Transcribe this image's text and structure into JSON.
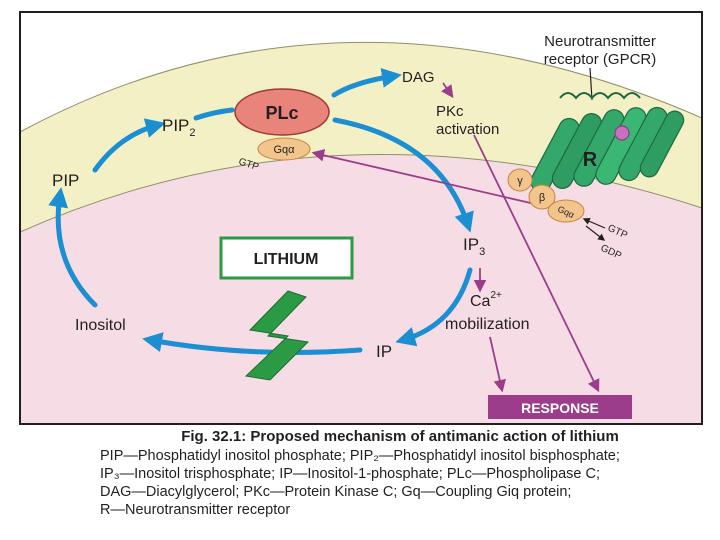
{
  "colors": {
    "membrane": "#f3f0c6",
    "cytoplasm": "#f6dde5",
    "cycle_arrow": "#1b8fd1",
    "signal_arrow": "#9c3d8c",
    "plc_fill": "#e8847a",
    "protein_fill": "#f2c58d",
    "receptor_fill": "#34a86a",
    "lithium_green": "#2a9a45",
    "response_fill": "#9c3d8c"
  },
  "diagram": {
    "receptor_label_line1": "Neurotransmitter",
    "receptor_label_line2": "receptor (GPCR)",
    "receptor_letter": "R",
    "plc": "PLc",
    "gq_alpha": "Gqα",
    "gtp_left": "GTP",
    "gamma": "γ",
    "beta": "β",
    "g_alpha": "Gqα",
    "gtp_right": "GTP",
    "gdp_right": "GDP",
    "dag": "DAG",
    "pkc_line1": "PKc",
    "pkc_line2": "activation",
    "pip2_main": "PIP",
    "pip2_sub": "2",
    "pip": "PIP",
    "ip3_main": "IP",
    "ip3_sub": "3",
    "lithium": "LITHIUM",
    "inositol": "Inositol",
    "ip": "IP",
    "ca_main": "Ca",
    "ca_sup": "2+",
    "mobilization": "mobilization",
    "response": "RESPONSE"
  },
  "caption": {
    "fig_label": "Fig. 32.1:",
    "fig_title": "Proposed mechanism of antimanic action of lithium",
    "line1": "PIP—Phosphatidyl inositol phosphate; PIP₂—Phosphatidyl inositol bisphosphate;",
    "line2": "IP₃—Inositol trisphosphate; IP—Inositol-1-phosphate; PLc—Phospholipase C;",
    "line3": "DAG—Diacylglycerol; PKc—Protein Kinase C; Gq—Coupling Giq protein;",
    "line4": "R—Neurotransmitter receptor"
  }
}
